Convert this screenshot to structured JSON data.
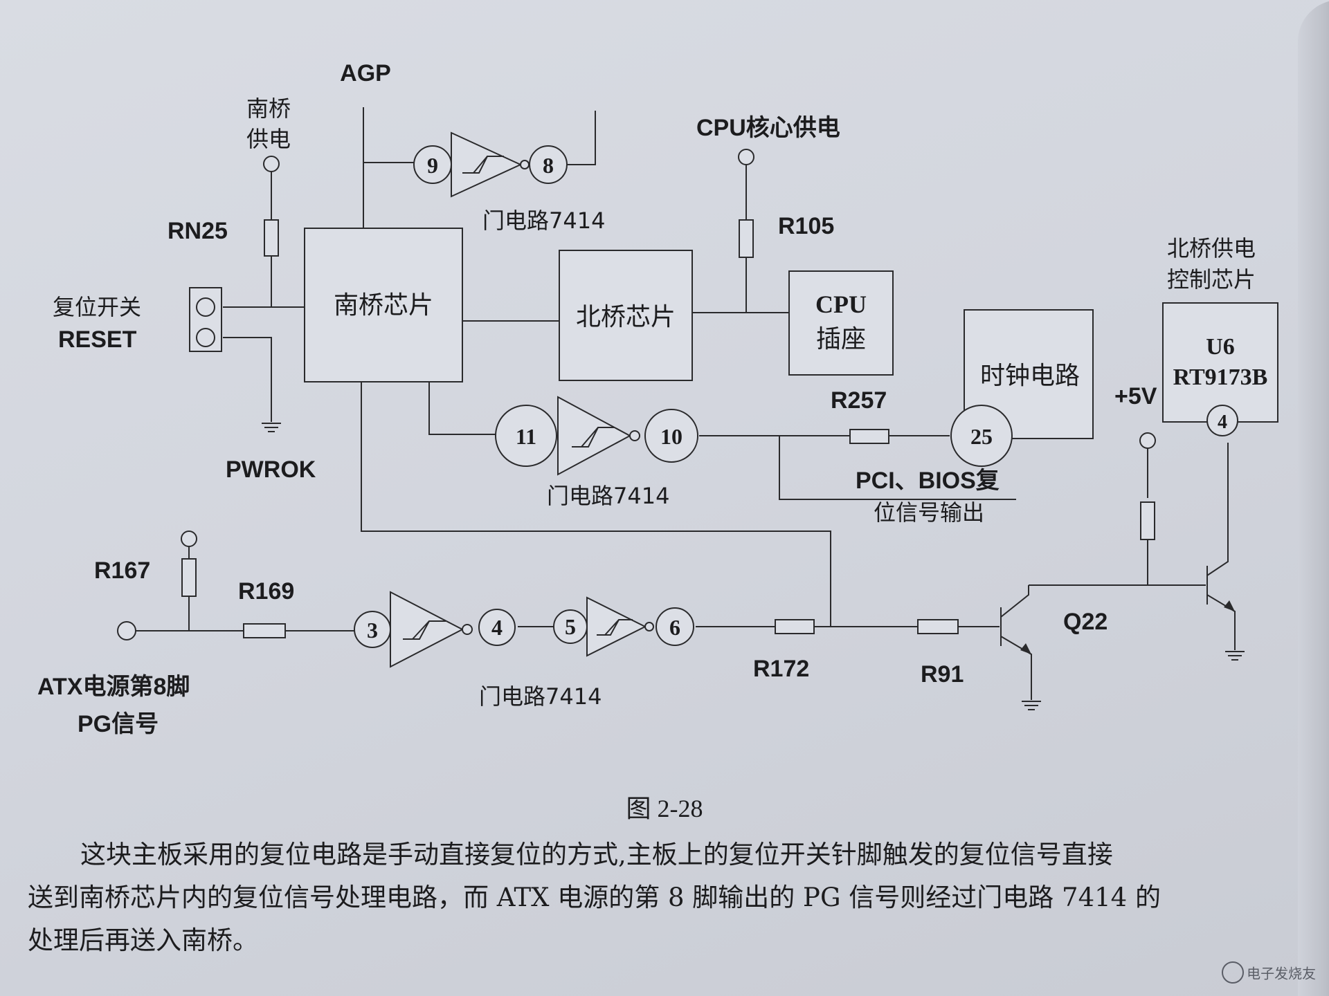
{
  "labels": {
    "agp": "AGP",
    "nanqiao_power_1": "南桥",
    "nanqiao_power_2": "供电",
    "rn25": "RN25",
    "reset_1": "复位开关",
    "reset_2": "RESET",
    "pwrok": "PWROK",
    "gate_top": "门电路7414",
    "gate_mid": "门电路7414",
    "gate_bottom": "门电路7414",
    "cpu_core_power": "CPU核心供电",
    "r105": "R105",
    "r257": "R257",
    "pci_bios_1": "PCI、BIOS复",
    "pci_bios_2": "位信号输出",
    "nb_power_1": "北桥供电",
    "nb_power_2": "控制芯片",
    "plus5v": "+5V",
    "r167": "R167",
    "r169": "R169",
    "r172": "R172",
    "r91": "R91",
    "q22": "Q22",
    "atx_1": "ATX电源第8脚",
    "atx_2": "PG信号"
  },
  "blocks": {
    "southbridge": "南桥芯片",
    "northbridge": "北桥芯片",
    "cpu_1": "CPU",
    "cpu_2": "插座",
    "clock": "时钟电路",
    "u6_1": "U6",
    "u6_2": "RT9173B"
  },
  "pins": {
    "p9": "9",
    "p8": "8",
    "p11": "11",
    "p10": "10",
    "p25": "25",
    "p4_u6": "4",
    "p3": "3",
    "p4": "4",
    "p5": "5",
    "p6": "6"
  },
  "caption": "图 2-28",
  "body_text": [
    "这块主板采用的复位电路是手动直接复位的方式,主板上的复位开关针脚触发的复位信号直接",
    "送到南桥芯片内的复位信号处理电路，而 ATX 电源的第 8 脚输出的 PG 信号则经过门电路 7414 的",
    "处理后再送入南桥。"
  ],
  "watermark": "电子发烧友"
}
